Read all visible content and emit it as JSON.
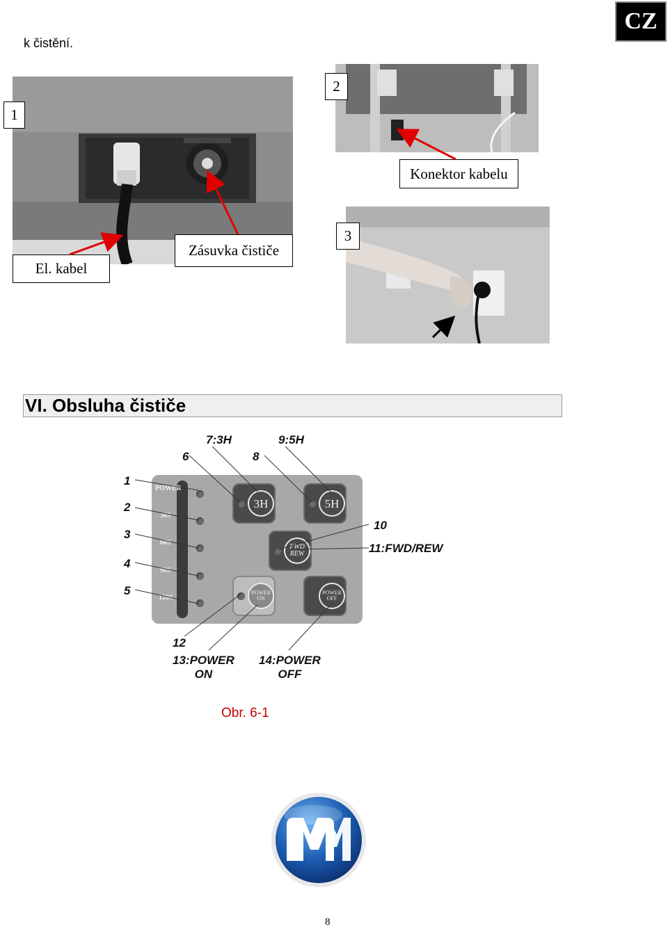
{
  "header": {
    "lang_badge": "CZ",
    "intro_text": "k čistění."
  },
  "figure_top": {
    "photo1": {
      "number": "1",
      "label_cable": "El. kabel",
      "label_socket": "Zásuvka čističe"
    },
    "photo2": {
      "number": "2",
      "label_connector": "Konektor kabelu"
    },
    "photo3": {
      "number": "3"
    }
  },
  "section": {
    "title": "VI. Obsluha čističe"
  },
  "panel": {
    "strip_labels": [
      "POWER",
      "30S",
      "60S",
      "90S",
      "120S"
    ],
    "key_3h": "3H",
    "key_5h": "5H",
    "key_fwd": "FWD",
    "key_rew": "REW",
    "key_power_on_top": "POWER",
    "key_power_on_bottom": "ON",
    "key_power_off_top": "POWER",
    "key_power_off_bottom": "OFF"
  },
  "callouts": {
    "c1": "1",
    "c2": "2",
    "c3": "3",
    "c4": "4",
    "c5": "5",
    "c6": "6",
    "c7": "7:3H",
    "c8": "8",
    "c9": "9:5H",
    "c10": "10",
    "c11": "11:FWD/REW",
    "c12": "12",
    "c13_line1": "13:POWER",
    "c13_line2": "ON",
    "c14_line1": "14:POWER",
    "c14_line2": "OFF"
  },
  "figure_caption": "Obr. 6-1",
  "logo": {
    "icon": "mm-logo-icon",
    "accent_color": "#1e5fb4"
  },
  "footer": {
    "page_number": "8"
  }
}
